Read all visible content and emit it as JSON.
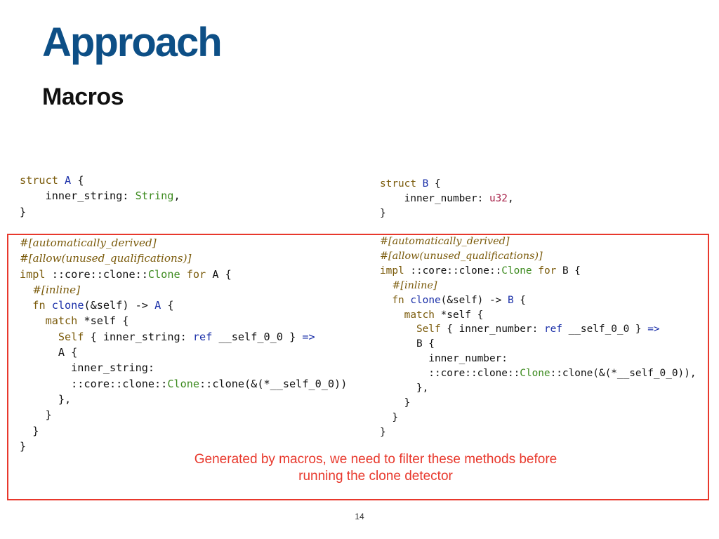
{
  "slide": {
    "title": "Approach",
    "subtitle": "Macros",
    "page_number": "14",
    "note_lines": [
      "Generated by macros, we need to filter these methods before",
      "running the clone detector"
    ]
  },
  "colors": {
    "title": "#0d4f86",
    "subtitle": "#111111",
    "accent_border": "#e8382c",
    "note_text": "#e8382c",
    "page_number": "#333333"
  },
  "code": {
    "left_struct": [
      [
        [
          "kw",
          "struct"
        ],
        [
          "plain",
          " "
        ],
        [
          "name",
          "A"
        ],
        [
          "plain",
          " {"
        ]
      ],
      [
        [
          "plain",
          "    inner_string: "
        ],
        [
          "trait",
          "String"
        ],
        [
          "plain",
          ","
        ]
      ],
      [
        [
          "plain",
          "}"
        ]
      ]
    ],
    "left_impl": [
      [
        [
          "attr",
          "#[automatically_derived]"
        ]
      ],
      [
        [
          "attr",
          "#[allow(unused_qualifications)]"
        ]
      ],
      [
        [
          "kw",
          "impl"
        ],
        [
          "plain",
          " ::core::clone::"
        ],
        [
          "trait",
          "Clone"
        ],
        [
          "plain",
          " "
        ],
        [
          "kw",
          "for"
        ],
        [
          "plain",
          " A {"
        ]
      ],
      [
        [
          "plain",
          "  "
        ],
        [
          "attr",
          "#[inline]"
        ]
      ],
      [
        [
          "plain",
          "  "
        ],
        [
          "kw",
          "fn"
        ],
        [
          "plain",
          " "
        ],
        [
          "name",
          "clone"
        ],
        [
          "plain",
          "(&self) -> "
        ],
        [
          "name",
          "A"
        ],
        [
          "plain",
          " {"
        ]
      ],
      [
        [
          "plain",
          "    "
        ],
        [
          "kw",
          "match"
        ],
        [
          "plain",
          " *self {"
        ]
      ],
      [
        [
          "plain",
          "      "
        ],
        [
          "kw",
          "Self"
        ],
        [
          "plain",
          " { inner_string: "
        ],
        [
          "name",
          "ref"
        ],
        [
          "plain",
          " __self_0_0 } "
        ],
        [
          "name",
          "=>"
        ]
      ],
      [
        [
          "plain",
          "      A {"
        ]
      ],
      [
        [
          "plain",
          "        inner_string:"
        ]
      ],
      [
        [
          "plain",
          "        ::core::clone::"
        ],
        [
          "trait",
          "Clone"
        ],
        [
          "plain",
          "::clone(&(*__self_0_0))"
        ]
      ],
      [
        [
          "plain",
          "      },"
        ]
      ],
      [
        [
          "plain",
          "    }"
        ]
      ],
      [
        [
          "plain",
          "  }"
        ]
      ],
      [
        [
          "plain",
          "}"
        ]
      ]
    ],
    "right_struct": [
      [
        [
          "kw",
          "struct"
        ],
        [
          "plain",
          " "
        ],
        [
          "name",
          "B"
        ],
        [
          "plain",
          " {"
        ]
      ],
      [
        [
          "plain",
          "    inner_number: "
        ],
        [
          "type",
          "u32"
        ],
        [
          "plain",
          ","
        ]
      ],
      [
        [
          "plain",
          "}"
        ]
      ]
    ],
    "right_impl": [
      [
        [
          "attr",
          "#[automatically_derived]"
        ]
      ],
      [
        [
          "attr",
          "#[allow(unused_qualifications)]"
        ]
      ],
      [
        [
          "kw",
          "impl"
        ],
        [
          "plain",
          " ::core::clone::"
        ],
        [
          "trait",
          "Clone"
        ],
        [
          "plain",
          " "
        ],
        [
          "kw",
          "for"
        ],
        [
          "plain",
          " B {"
        ]
      ],
      [
        [
          "plain",
          "  "
        ],
        [
          "attr",
          "#[inline]"
        ]
      ],
      [
        [
          "plain",
          "  "
        ],
        [
          "kw",
          "fn"
        ],
        [
          "plain",
          " "
        ],
        [
          "name",
          "clone"
        ],
        [
          "plain",
          "(&self) -> "
        ],
        [
          "name",
          "B"
        ],
        [
          "plain",
          " {"
        ]
      ],
      [
        [
          "plain",
          "    "
        ],
        [
          "kw",
          "match"
        ],
        [
          "plain",
          " *self {"
        ]
      ],
      [
        [
          "plain",
          "      "
        ],
        [
          "kw",
          "Self"
        ],
        [
          "plain",
          " { inner_number: "
        ],
        [
          "name",
          "ref"
        ],
        [
          "plain",
          " __self_0_0 } "
        ],
        [
          "name",
          "=>"
        ]
      ],
      [
        [
          "plain",
          "      B {"
        ]
      ],
      [
        [
          "plain",
          "        inner_number:"
        ]
      ],
      [
        [
          "plain",
          "        ::core::clone::"
        ],
        [
          "trait",
          "Clone"
        ],
        [
          "plain",
          "::clone(&(*__self_0_0)),"
        ]
      ],
      [
        [
          "plain",
          "      },"
        ]
      ],
      [
        [
          "plain",
          "    }"
        ]
      ],
      [
        [
          "plain",
          "  }"
        ]
      ],
      [
        [
          "plain",
          "}"
        ]
      ]
    ]
  }
}
